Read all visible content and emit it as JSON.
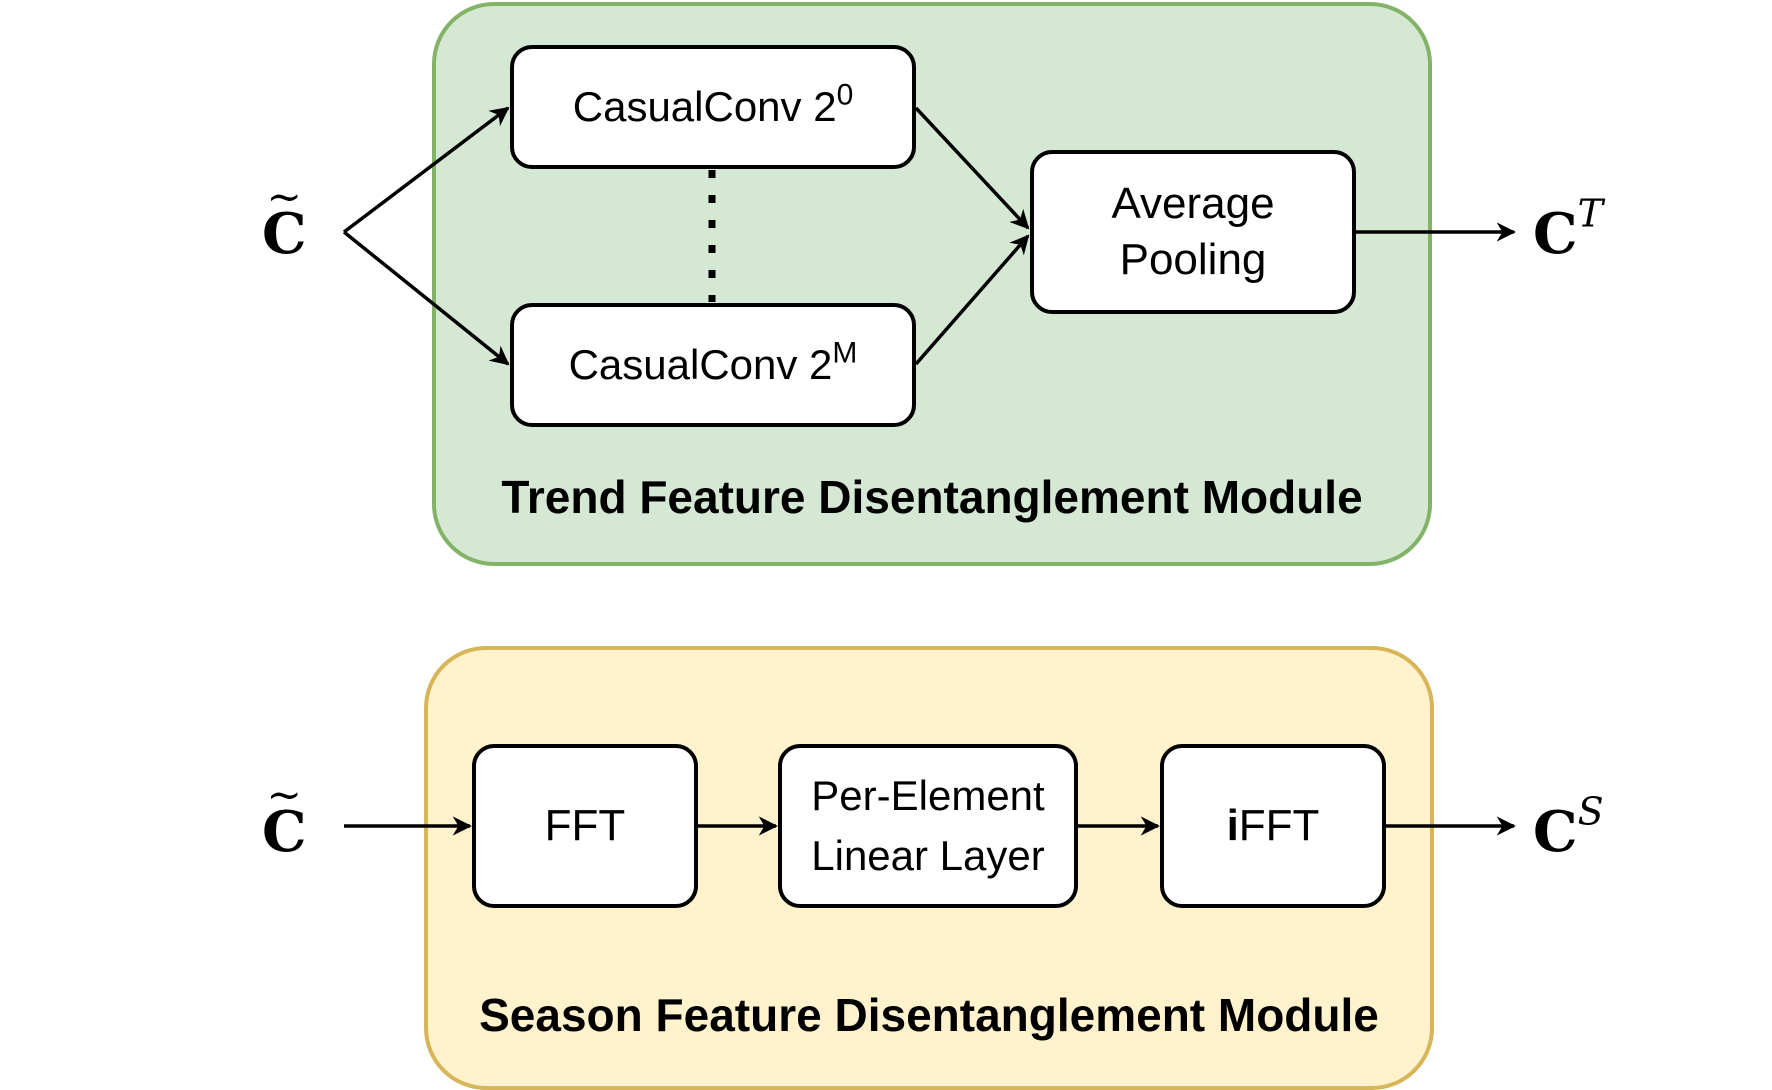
{
  "trend_module": {
    "title": "Trend Feature Disentanglement Module",
    "conv_top": {
      "label": "CasualConv 2",
      "exponent": "0"
    },
    "conv_bottom": {
      "label": "CasualConv 2",
      "exponent": "M"
    },
    "pooling": {
      "line1": "Average",
      "line2": "Pooling"
    },
    "input": {
      "symbol": "C",
      "accent": "~"
    },
    "output": {
      "symbol": "C",
      "superscript": "T"
    }
  },
  "season_module": {
    "title": "Season Feature Disentanglement Module",
    "fft": {
      "label": "FFT"
    },
    "linear": {
      "line1": "Per-Element",
      "line2": "Linear Layer"
    },
    "ifft": {
      "prefix": "i",
      "label": "FFT"
    },
    "input": {
      "symbol": "C",
      "accent": "~"
    },
    "output": {
      "symbol": "C",
      "superscript": "S"
    }
  },
  "colors": {
    "trend_fill": "#d5e8d4",
    "trend_border": "#82b366",
    "season_fill": "#fff2cc",
    "season_border": "#d6b656",
    "box_fill": "#ffffff",
    "stroke": "#000000"
  }
}
